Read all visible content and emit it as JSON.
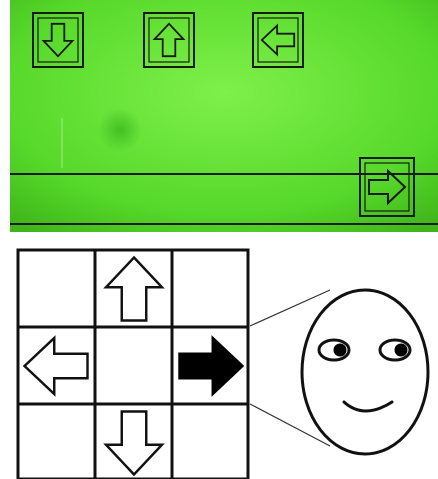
{
  "colors": {
    "lcd_green": "#4fd624",
    "lcd_light": "#7ff04a",
    "lcd_dark": "#3fb51a",
    "ink": "#111111",
    "background": "#ffffff"
  },
  "lcd_display": {
    "top_row_icons": [
      "down-arrow-icon",
      "up-arrow-icon",
      "left-arrow-icon"
    ],
    "bottom_icon": "right-arrow-icon"
  },
  "direction_grid": {
    "rows": 3,
    "cols": 3,
    "arrows": {
      "up": "outline",
      "left": "outline",
      "right": "filled",
      "down": "outline"
    }
  },
  "face": {
    "eyes": "looking-right",
    "mouth": "smile"
  }
}
